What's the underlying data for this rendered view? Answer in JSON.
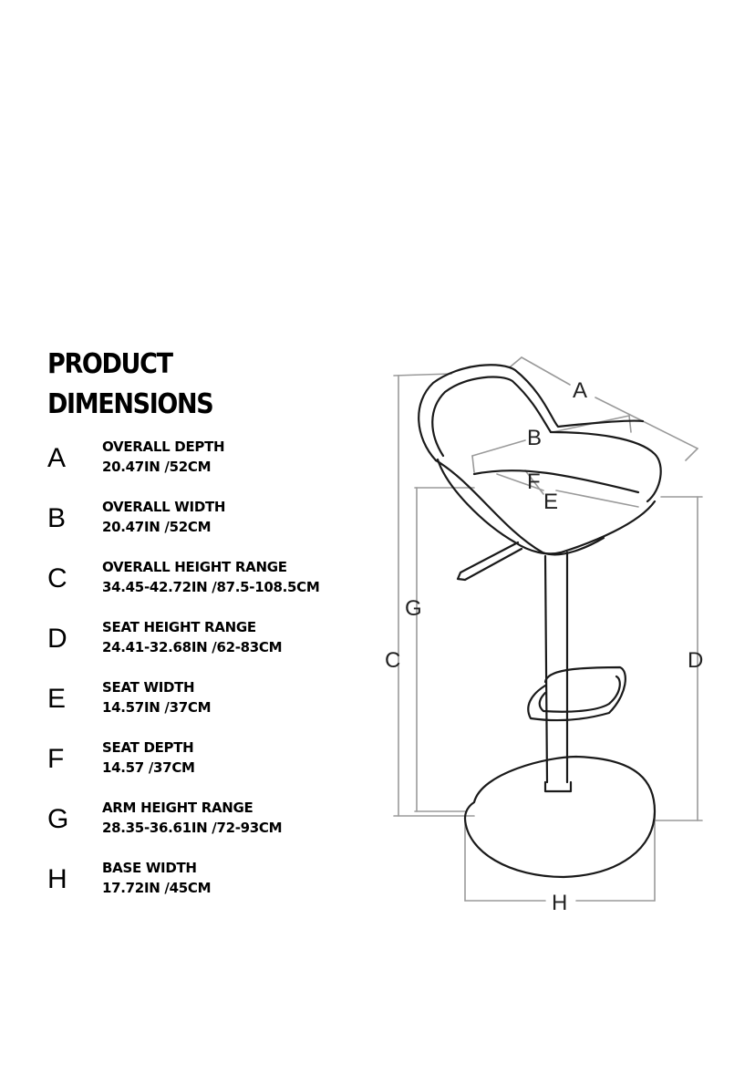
{
  "heading": {
    "line1": "PRODUCT",
    "line2": "DIMENSIONS"
  },
  "dimensions": [
    {
      "letter": "A",
      "name": "OVERALL DEPTH",
      "value": "20.47IN /52CM"
    },
    {
      "letter": "B",
      "name": "OVERALL WIDTH",
      "value": "20.47IN /52CM"
    },
    {
      "letter": "C",
      "name": "OVERALL HEIGHT RANGE",
      "value": "34.45-42.72IN /87.5-108.5CM"
    },
    {
      "letter": "D",
      "name": "SEAT HEIGHT RANGE",
      "value": "24.41-32.68IN /62-83CM"
    },
    {
      "letter": "E",
      "name": "SEAT WIDTH",
      "value": "14.57IN /37CM"
    },
    {
      "letter": "F",
      "name": "SEAT DEPTH",
      "value": "14.57 /37CM"
    },
    {
      "letter": "G",
      "name": "ARM HEIGHT RANGE",
      "value": "28.35-36.61IN /72-93CM"
    },
    {
      "letter": "H",
      "name": "BASE WIDTH",
      "value": "17.72IN /45CM"
    }
  ],
  "diagram_labels": {
    "a": "A",
    "b": "B",
    "c": "C",
    "d": "D",
    "e": "E",
    "f": "F",
    "g": "G",
    "h": "H"
  }
}
